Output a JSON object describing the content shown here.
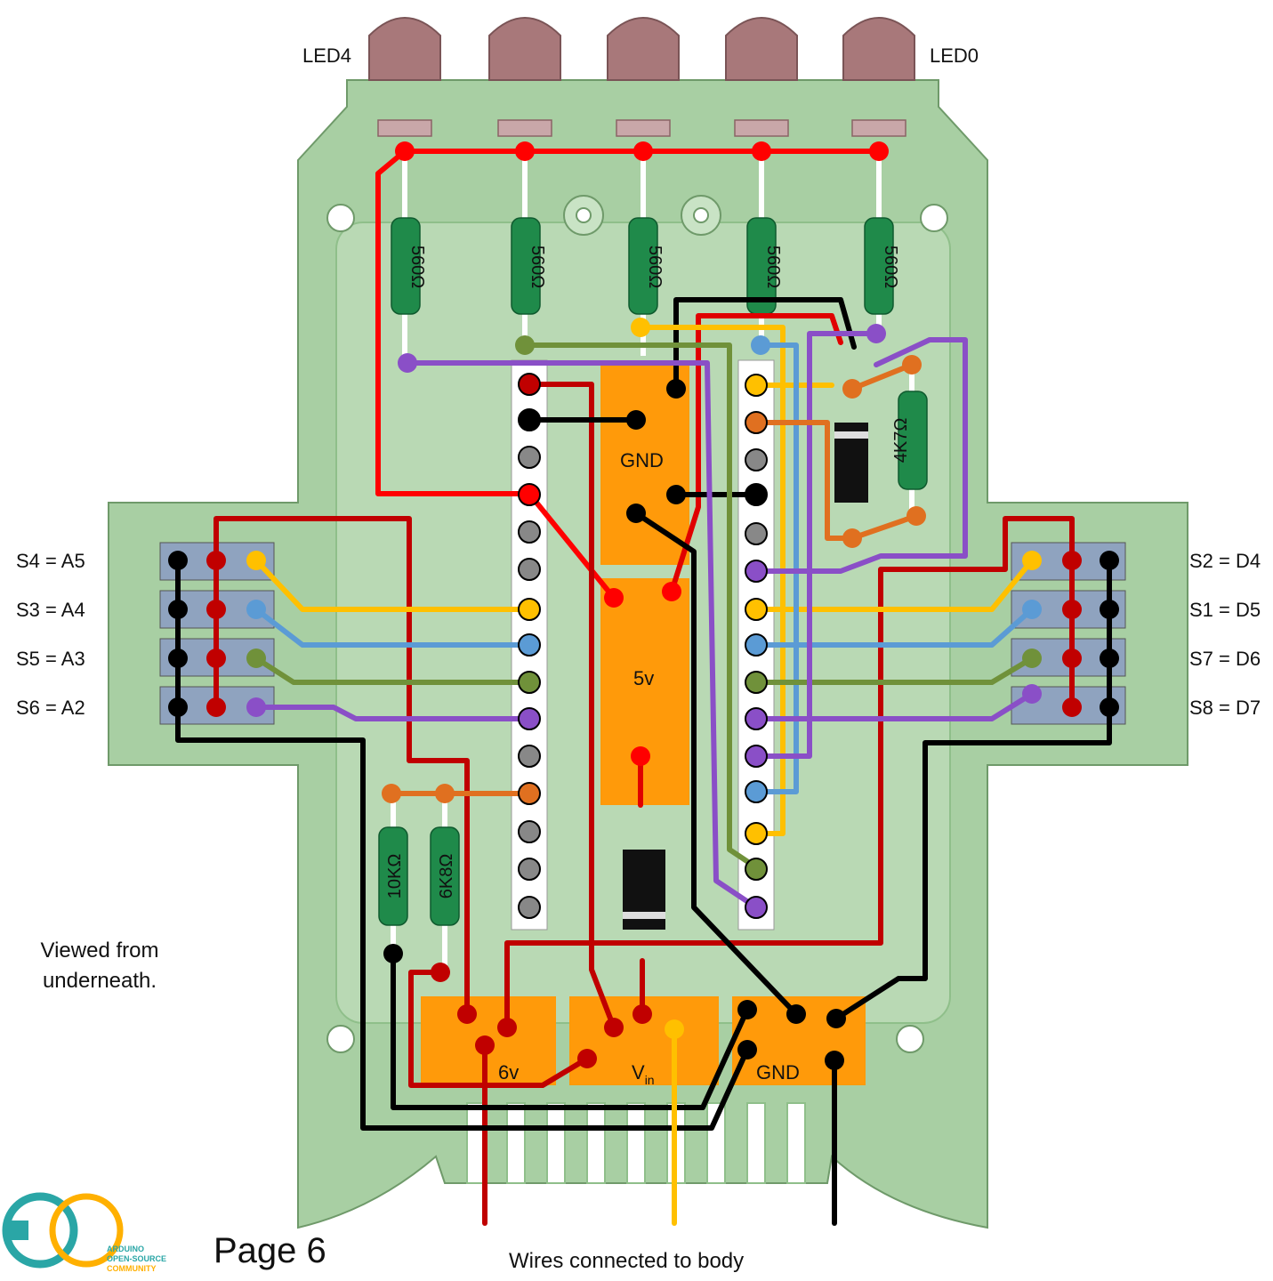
{
  "leds": {
    "left": "LED4",
    "right": "LED0"
  },
  "resistors": {
    "led": "560Ω",
    "r4k7": "4K7Ω",
    "r10k": "10KΩ",
    "r6k8": "6K8Ω"
  },
  "blocks": {
    "gnd_top": "GND",
    "five_v": "5v",
    "six_v": "6v",
    "vin_base": "V",
    "vin_sub": "in",
    "gnd_bottom": "GND"
  },
  "sensors_left": [
    "S4 = A5",
    "S3 = A4",
    "S5 = A3",
    "S6 = A2"
  ],
  "sensors_right": [
    "S2 = D4",
    "S1 = D5",
    "S7 = D6",
    "S8 = D7"
  ],
  "note": {
    "line1": "Viewed from",
    "line2": "underneath."
  },
  "page": "Page 6",
  "footer": "Wires connected to body",
  "logo": {
    "line1": "ARDUINO",
    "line2": "OPEN-SOURCE",
    "line3": "COMMUNITY"
  },
  "colors": {
    "board": "#a8cfa3",
    "board_dark": "#8fbf8a",
    "orange_block": "#ff9a0a",
    "red": "#ff0000",
    "dark_red": "#c00000",
    "black": "#000000",
    "yellow": "#ffc000",
    "blue": "#5b9bd5",
    "olive": "#70913a",
    "purple": "#8a4fc7",
    "orange_wire": "#e07020",
    "led": "#a8787a",
    "resistor": "#1f8a4a"
  }
}
